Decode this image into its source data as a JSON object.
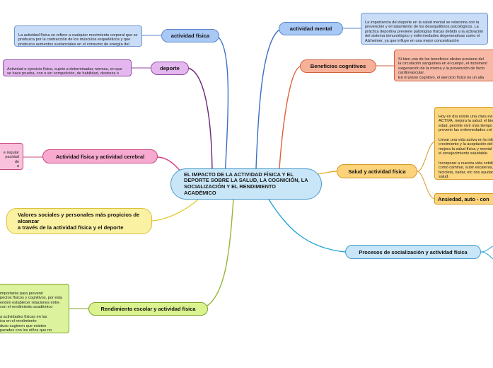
{
  "central": {
    "title": "EL IMPACTO DE LA ACTIVIDAD FÍSICA Y EL DEPORTE SOBRE LA SALUD, LA COGNICIÓN, LA SOCIALIZACIÓN Y EL RENDIMIENTO ACADÉMICO"
  },
  "topics": {
    "actividad_fisica": "actividad física",
    "deporte": "deporte",
    "actividad_cerebral": "Actividad física y actividad cerebral",
    "valores": "Valores sociales y personales más propicios de alcanzar\na través de la actividad física y el deporte",
    "rendimiento": "Rendimiento escolar y actividad física",
    "actividad_mental": "actividad mental",
    "beneficios": "Beneficios cognitivos",
    "salud": "Salud y actividad física",
    "ansiedad": "Ansiedad, auto - con",
    "socializacion": "Procesos de socialización y actividad física"
  },
  "notes": {
    "actividad_fisica": "La actividad física se refiere a cualquier movimiento corporal que se produzca por la contracción de los músculos esqueléticos y que produzca aumentos sustanciales en el consumo de energía del cuerpo con respecto a estar en reposo",
    "deporte": "Actividad o ejercicio físico, sujeto a determinadas normas, en que se hace prueba, con o sin competición, de habilidad, destreza o fuerza física",
    "actividad_cerebral": "e regular\npacidad de\na memoria.\nme la",
    "rendimiento": "importante para prevenir\npectos físicos y cognitivos, por esta\nenden establecer relaciones entre\ncon el rendimiento académico\n\na actividades físicas en las\nica en el rendimiento\nduso sugieren que existen\nparados con los niños que no",
    "actividad_mental": "La importancia del deporte en la salud mental se relaciona con la prevención y el tratamiento de los desequilibrios psicológicos. La práctica deportiva previene patologías físicas debido a la activación del sistema inmunológico y enfermedades degenerativas como el Alzheimer, ya que influye en una mejor concentración",
    "beneficios": "Si bien uno de los beneficios obvios proviene del\nla circulación sanguínea en el cuerpo, el increment\noxigenación de la misma y la prevención de facto\ncardiovascular.\n En el plano cognitivo, el ejercicio físico es un alia\nimportante para reducir el estrés",
    "salud": "Hoy en día existe una clara evi\nACTIVA, mejora la salud, el bie\nedad, permite vivir más tiempo\nprevenir las enfermedades cró\n\nLlevar una vida activa en la infa\ncrecimiento y la aceptación del\nmejora la salud física y mental\nel envejecimiento saludable.\n\nIncorporar a nuestra vida cotidi\ncomo caminar, subir escaleras,\nbicicleta, nadar, etc nos ayudar\nsalud.\n\n¡Muévete!, merece la pena."
  }
}
